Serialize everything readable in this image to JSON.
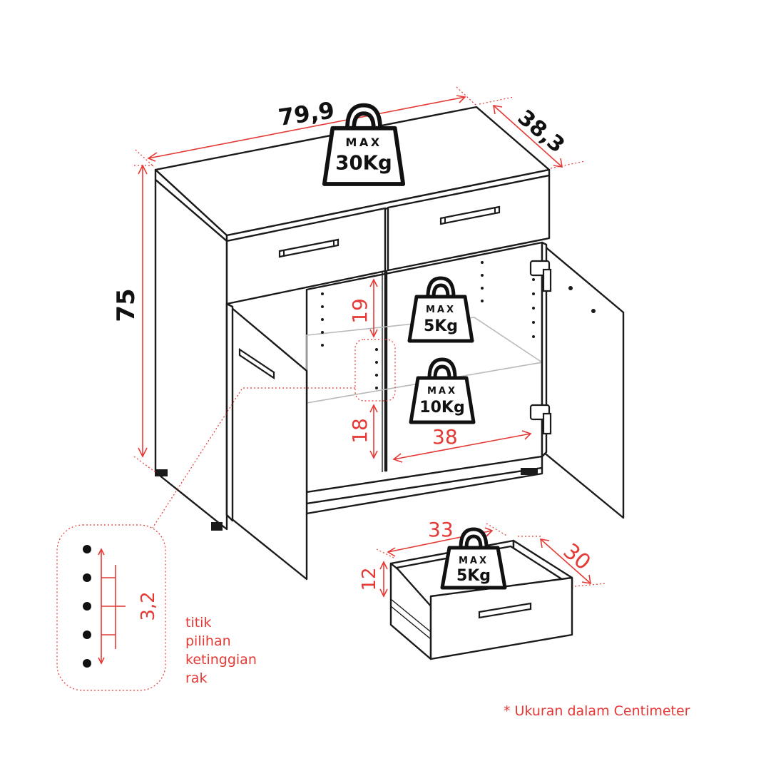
{
  "dimensions": {
    "width": "79,9",
    "depth": "38,3",
    "height": "75",
    "shelf_upper": "19",
    "shelf_lower": "18",
    "inner_width": "38",
    "drawer_width": "33",
    "drawer_depth": "30",
    "drawer_height": "12",
    "hole_spacing": "3,2"
  },
  "weights": {
    "top": {
      "max": "MAX",
      "value": "30Kg"
    },
    "shelf": {
      "max": "MAX",
      "value": "5Kg"
    },
    "bottom": {
      "max": "MAX",
      "value": "10Kg"
    },
    "drawer": {
      "max": "MAX",
      "value": "5Kg"
    }
  },
  "labels": {
    "shelf_points": [
      "titik",
      "pilihan",
      "ketinggian",
      "rak"
    ],
    "unit_note": "* Ukuran dalam Centimeter"
  },
  "colors": {
    "accent": "#e53935",
    "line": "#1a1a1a"
  }
}
